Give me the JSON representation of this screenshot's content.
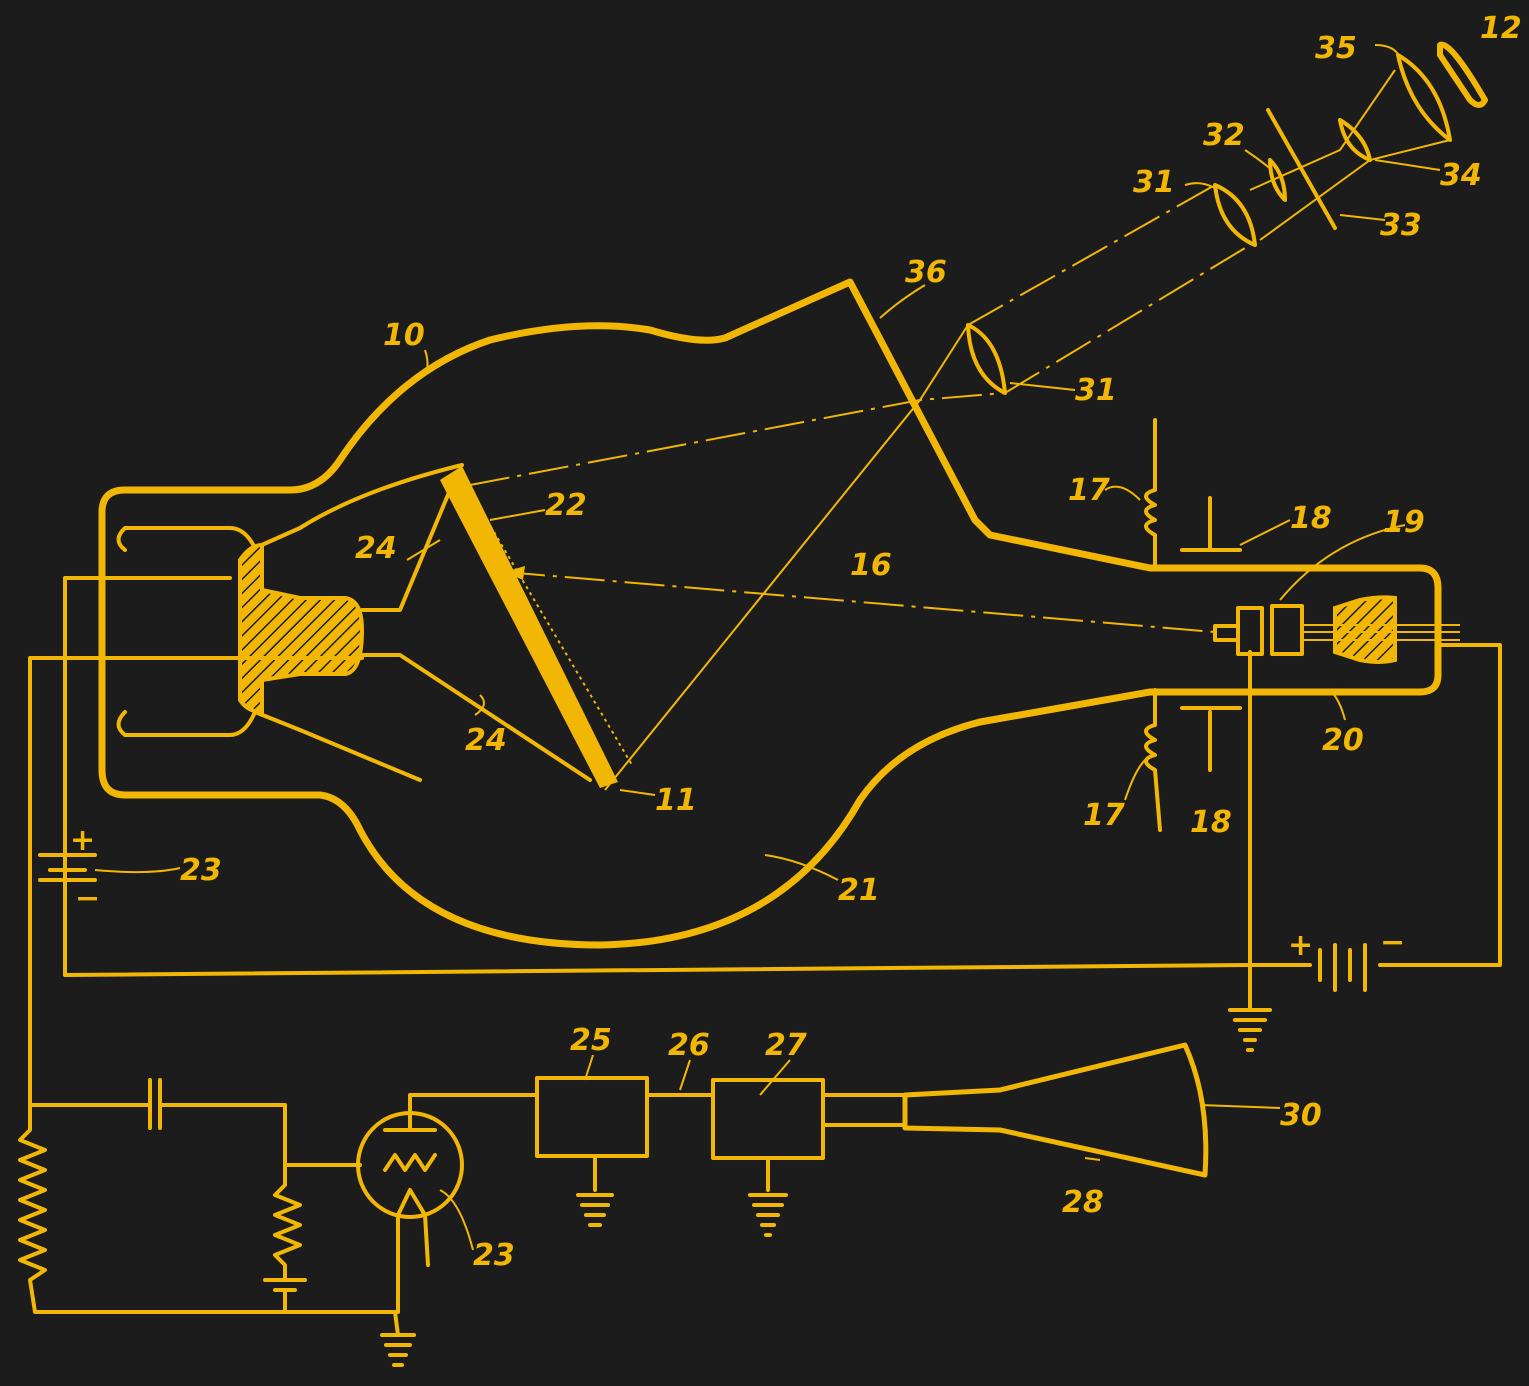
{
  "colors": {
    "background": "#1c1c1c",
    "ink": "#f2b705"
  },
  "labels": {
    "l10": "10",
    "l36": "36",
    "l31a": "31",
    "l31b": "31",
    "l32": "32",
    "l35": "35",
    "l12": "12",
    "l34": "34",
    "l33": "33",
    "l22": "22",
    "l24a": "24",
    "l24b": "24",
    "l16": "16",
    "l11": "11",
    "l17a": "17",
    "l17b": "17",
    "l18a": "18",
    "l18b": "18",
    "l19": "19",
    "l20": "20",
    "l21": "21",
    "l23a": "23",
    "l23b": "23",
    "l25": "25",
    "l26": "26",
    "l27": "27",
    "l28": "28",
    "l30": "30"
  },
  "polarity": {
    "plus": "+",
    "minus": "−"
  }
}
